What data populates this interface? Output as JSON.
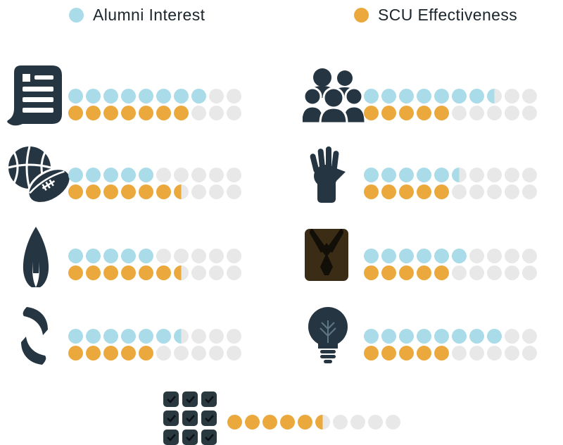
{
  "legend": {
    "alumni_label": "Alumni Interest",
    "scu_label": "SCU Effectiveness"
  },
  "colors": {
    "alumni": "#a9dbe9",
    "scu": "#eba93d",
    "empty": "#e8e8e8",
    "icon_dark": "#253642",
    "shirt_brown": "#3b2c16",
    "text": "#1b252c"
  },
  "chart_data": {
    "type": "bar",
    "subtype": "pictograph-dot-matrix",
    "title": "",
    "dots_per_row": 10,
    "scale": "each row = 10 dots, half dots = 0.5",
    "legend_position": "top",
    "legend": [
      "Alumni Interest",
      "SCU Effectiveness"
    ],
    "categories": [
      "newsletter-publications",
      "athletics-sports",
      "faith-spirituality",
      "giving-support",
      "community-events",
      "volunteering",
      "career-professional",
      "ideas-innovation",
      "overall-assessment"
    ],
    "series": [
      {
        "name": "Alumni Interest",
        "color": "#a9dbe9",
        "values": [
          8,
          5,
          5,
          6.5,
          7.5,
          5.5,
          6,
          8,
          null
        ]
      },
      {
        "name": "SCU Effectiveness",
        "color": "#eba93d",
        "values": [
          7,
          6.5,
          6.5,
          5,
          5,
          5,
          5,
          5,
          5.5
        ]
      }
    ],
    "layout_hint": "4 rows x 2 columns of icon+dot groups, plus one centered bottom group with a single SCU row"
  }
}
